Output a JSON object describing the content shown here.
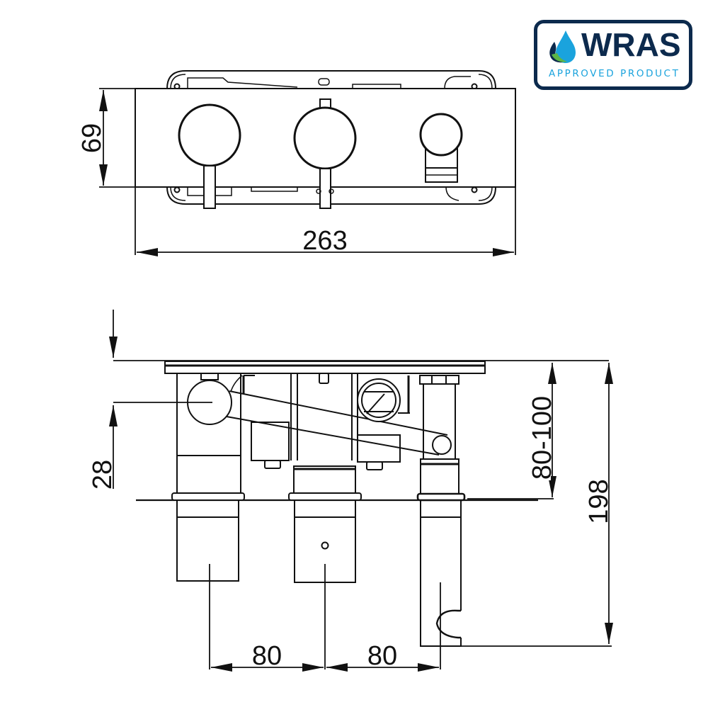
{
  "badge": {
    "title": "WRAS",
    "subtitle": "APPROVED PRODUCT",
    "icon": "water-drop-icon",
    "colors": {
      "navy": "#0c2a4d",
      "light_blue": "#1aa3dd",
      "green": "#5cb546"
    }
  },
  "front_view": {
    "height_dim": "69",
    "width_dim": "263",
    "controls": [
      "lever-handle-left",
      "lever-handle-middle",
      "diverter-knob-right"
    ]
  },
  "side_view": {
    "offset_dim": "28",
    "depth_dim": "80-100",
    "total_depth_dim": "198",
    "spacing_left": "80",
    "spacing_right": "80"
  },
  "line_color": "#111111"
}
